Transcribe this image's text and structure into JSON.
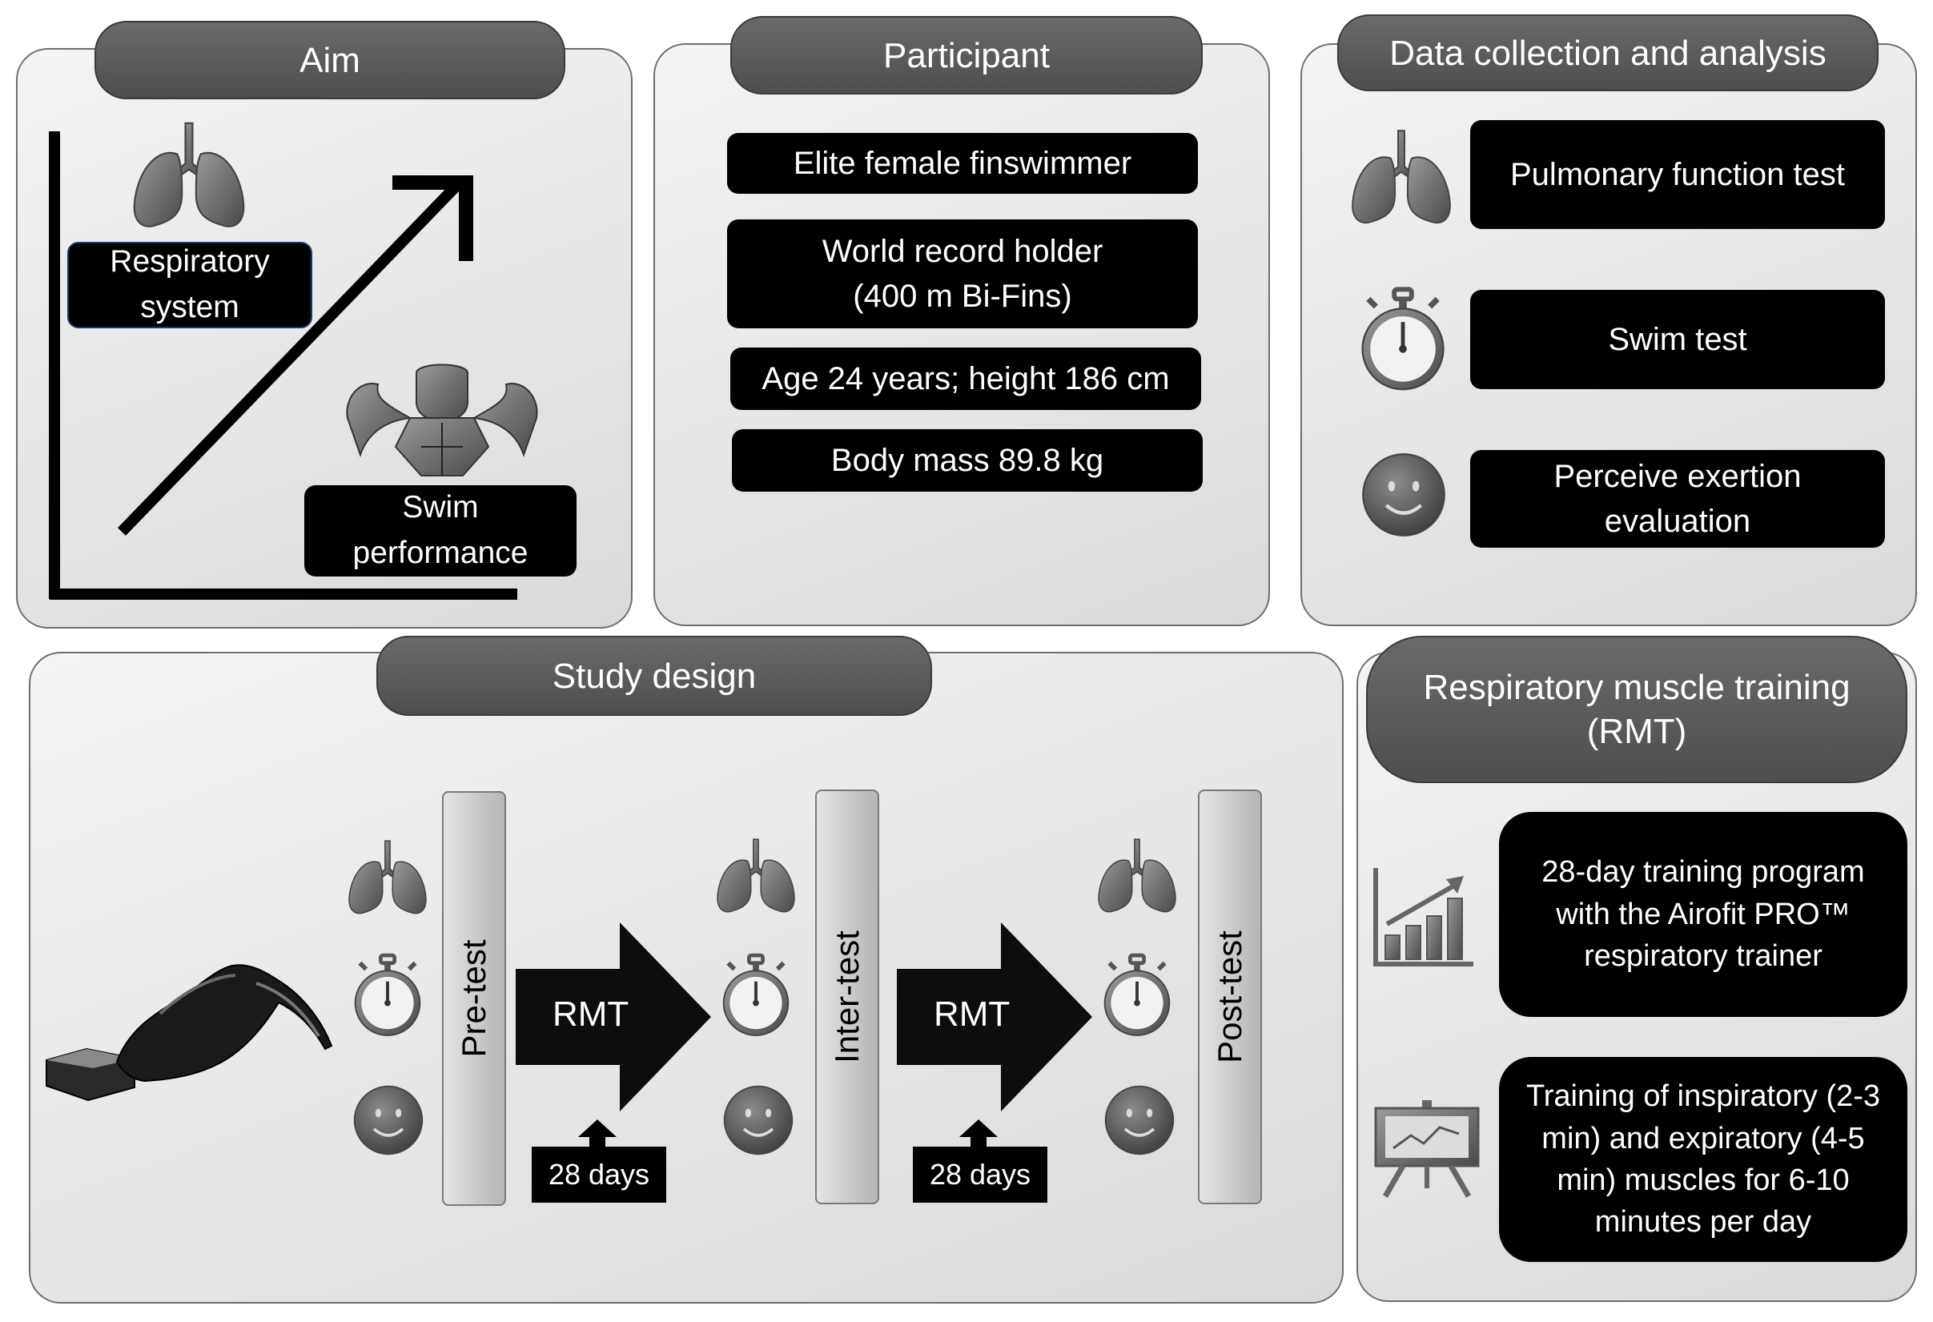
{
  "aim": {
    "title": "Aim",
    "respiratory_label": "Respiratory\nsystem",
    "swim_label": "Swim\nperformance"
  },
  "participant": {
    "title": "Participant",
    "items": [
      "Elite female finswimmer",
      "World record holder\n(400 m Bi-Fins)",
      "Age 24 years; height 186 cm",
      "Body mass 89.8 kg"
    ]
  },
  "data_collection": {
    "title": "Data collection and analysis",
    "items": [
      {
        "label": "Pulmonary function test",
        "icon": "lungs-icon"
      },
      {
        "label": "Swim test",
        "icon": "stopwatch-icon"
      },
      {
        "label": "Perceive exertion\nevaluation",
        "icon": "smiley-icon"
      }
    ]
  },
  "study_design": {
    "title": "Study design",
    "phases": [
      "Pre-test",
      "Inter-test",
      "Post-test"
    ],
    "arrow_label": "RMT",
    "duration_label": "28 days"
  },
  "rmt": {
    "title": "Respiratory muscle training\n(RMT)",
    "items": [
      {
        "label": "28-day training program\nwith the Airofit PRO™\nrespiratory trainer",
        "icon": "bar-chart-icon"
      },
      {
        "label": "Training of inspiratory (2-3\nmin) and expiratory (4-5\nmin) muscles for 6-10\nminutes per day",
        "icon": "presentation-board-icon"
      }
    ]
  },
  "colors": {
    "header_fill": "#5a5a5a",
    "box_fill": "#000000",
    "icon_fill": "#808080"
  }
}
